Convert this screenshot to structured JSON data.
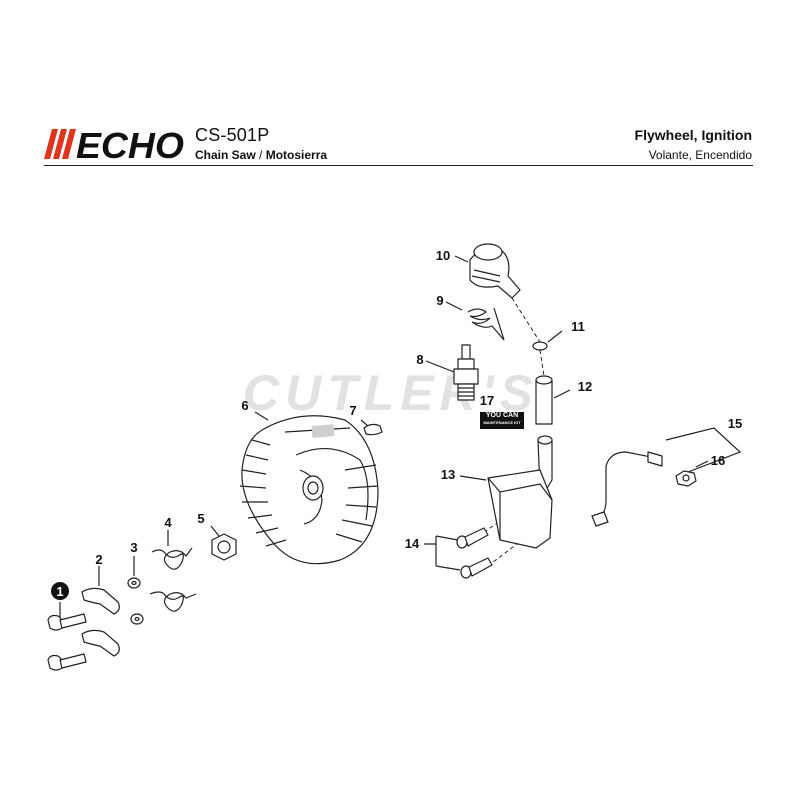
{
  "header": {
    "brand": "ECHO",
    "model": "CS-501P",
    "product_en": "Chain Saw",
    "product_separator": "/",
    "product_es": "Motosierra",
    "section_title": "Flywheel, Ignition",
    "section_subtitle": "Volante, Encendido"
  },
  "watermark": "CUTLER'S",
  "kit_badge": {
    "line1": "YOU CAN",
    "line2": "MAINTENANCE KIT"
  },
  "callouts": {
    "c1": "1",
    "c2": "2",
    "c3": "3",
    "c4": "4",
    "c5": "5",
    "c6": "6",
    "c7": "7",
    "c8": "8",
    "c9": "9",
    "c10": "10",
    "c11": "11",
    "c12": "12",
    "c13": "13",
    "c14": "14",
    "c15": "15",
    "c16": "16",
    "c17": "17"
  },
  "colors": {
    "ink": "#111111",
    "brand_red": "#e2331f",
    "watermark": "#e2e2e2"
  }
}
